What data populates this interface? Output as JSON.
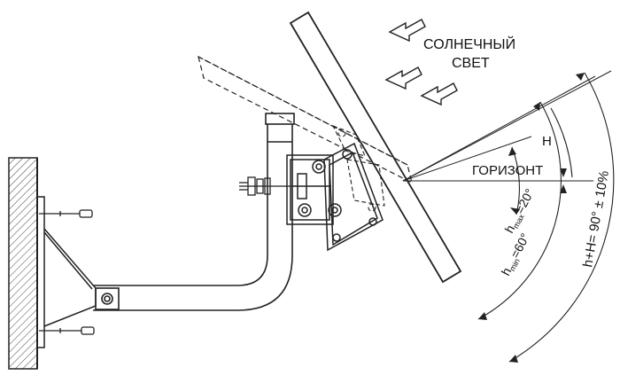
{
  "labels": {
    "sunlight_line1": "СОЛНЕЧНЫЙ",
    "sunlight_line2": "СВЕТ",
    "h_label": "H",
    "horizon": "ГОРИЗОНТ",
    "hmax_h": "h",
    "hmax_sub": "max",
    "hmax_val": "=20°",
    "hmin_h": "h",
    "hmin_sub": "min",
    "hmin_val": "=60°",
    "total": "h+H= 90° ± 10%"
  },
  "colors": {
    "line": "#222222",
    "wall_hatch": "#444444",
    "background": "#ffffff"
  }
}
